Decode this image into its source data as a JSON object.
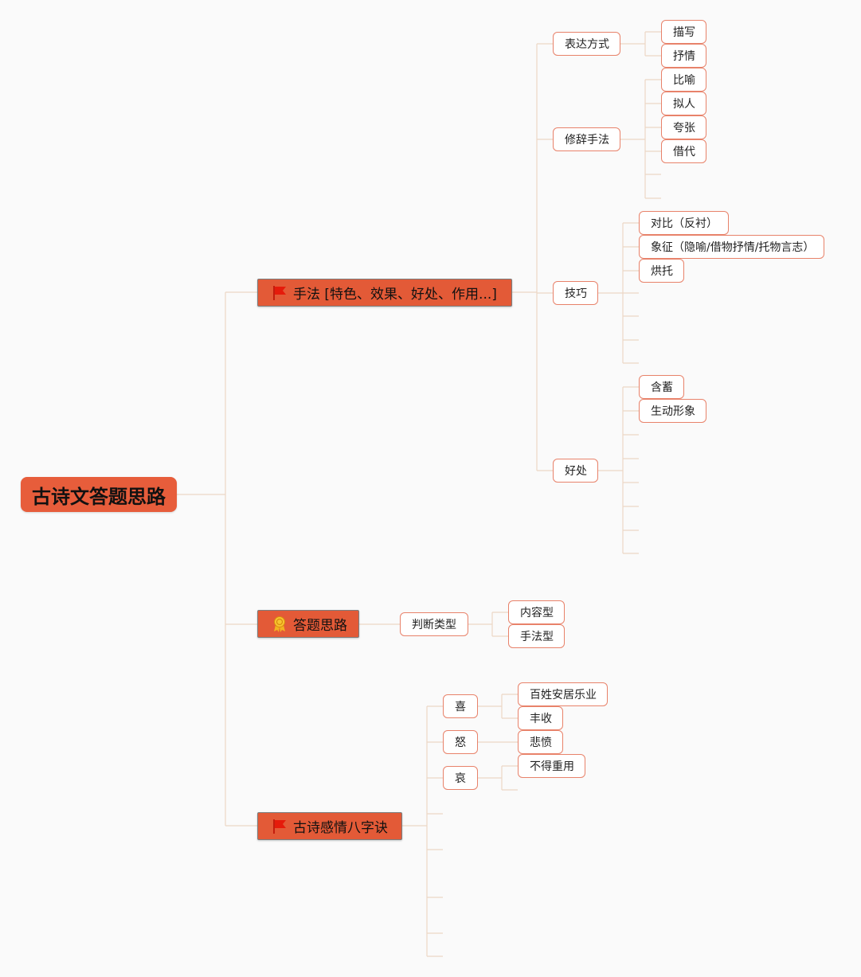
{
  "colors": {
    "root_fill": "#e75d3b",
    "topic_fill": "#e35a37",
    "subtopic_border": "#e8826a",
    "connector": "#ecd7c5",
    "background": "#fafafa"
  },
  "root": {
    "label": "古诗文答题思路"
  },
  "branches": [
    {
      "label": "手法 [特色、效果、好处、作用...]",
      "icon": "red-flag-icon",
      "children": [
        {
          "label": "表达方式",
          "children": [
            "描写",
            "抒情"
          ]
        },
        {
          "label": "修辞手法",
          "children": [
            "比喻",
            "拟人",
            "夸张",
            "借代",
            "",
            ""
          ]
        },
        {
          "label": "技巧",
          "children": [
            "对比（反衬）",
            "象征（隐喻/借物抒情/托物言志）",
            "烘托",
            "",
            "",
            "",
            ""
          ]
        },
        {
          "label": "好处",
          "children": [
            "含蓄",
            "生动形象",
            "",
            "",
            "",
            "",
            "",
            ""
          ]
        }
      ]
    },
    {
      "label": "答题思路",
      "icon": "award-medal-icon",
      "children": [
        {
          "label": "判断类型",
          "children": [
            "内容型",
            "手法型"
          ]
        }
      ]
    },
    {
      "label": "古诗感情八字诀",
      "icon": "red-flag-icon",
      "children": [
        {
          "label": "喜",
          "children": [
            "百姓安居乐业",
            "丰收"
          ]
        },
        {
          "label": "怒",
          "children": [
            "悲愤"
          ]
        },
        {
          "label": "哀",
          "children": [
            "不得重用",
            ""
          ]
        },
        {
          "label": ""
        },
        {
          "label": ""
        },
        {
          "label": ""
        },
        {
          "label": ""
        },
        {
          "label": ""
        }
      ]
    }
  ]
}
